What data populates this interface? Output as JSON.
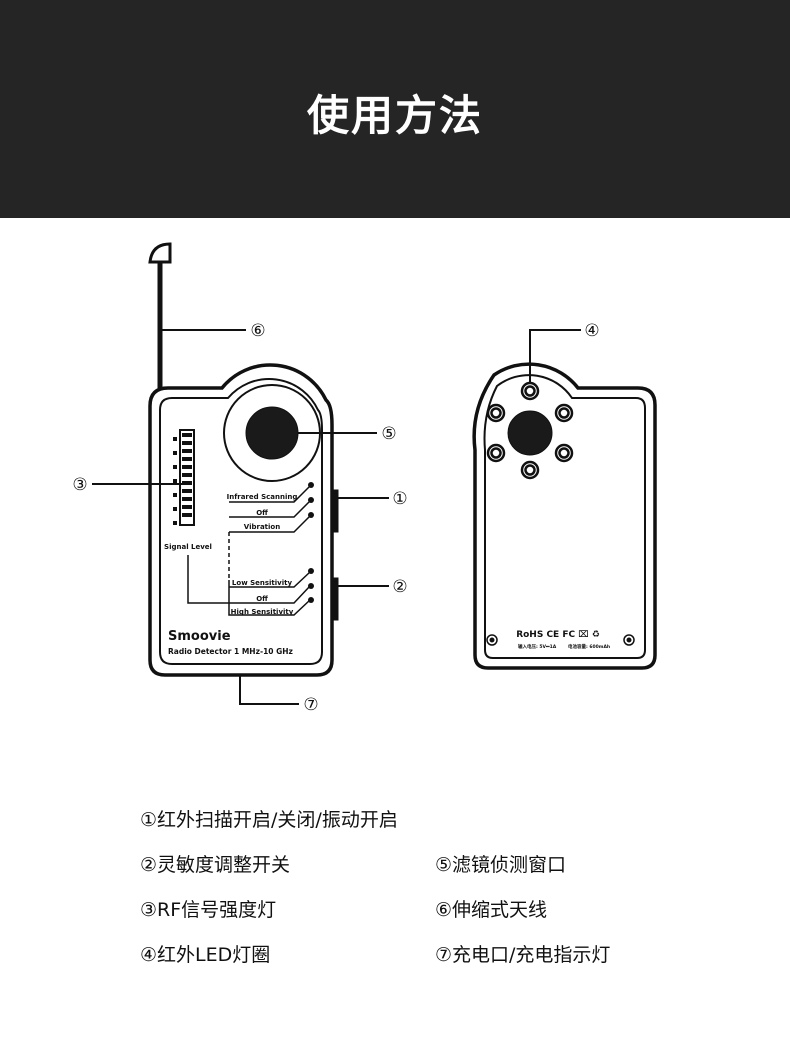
{
  "header": {
    "title": "使用方法"
  },
  "front": {
    "labels": {
      "infrared": "Infrared Scanning",
      "off1": "Off",
      "vibration": "Vibration",
      "low": "Low Sensitivity",
      "off2": "Off",
      "high": "High Sensitivity",
      "signal": "Signal Level"
    },
    "brand": "Smoovie",
    "model": "Radio  Detector 1 MHz-10 GHz"
  },
  "back": {
    "certs": "RoHS  CE  FC  ⌧  ♻",
    "input": "输入电压: 5V⎓1A",
    "battery": "电池容量: 600mAh"
  },
  "callouts": {
    "c1": "①",
    "c2": "②",
    "c3": "③",
    "c4": "④",
    "c5": "⑤",
    "c6": "⑥",
    "c7": "⑦"
  },
  "legend": [
    "①红外扫描开启/关闭/振动开启",
    "②灵敏度调整开关",
    "⑤滤镜侦测窗口",
    "③RF信号强度灯",
    "⑥伸缩式天线",
    "④红外LED灯圈",
    "⑦充电口/充电指示灯"
  ]
}
